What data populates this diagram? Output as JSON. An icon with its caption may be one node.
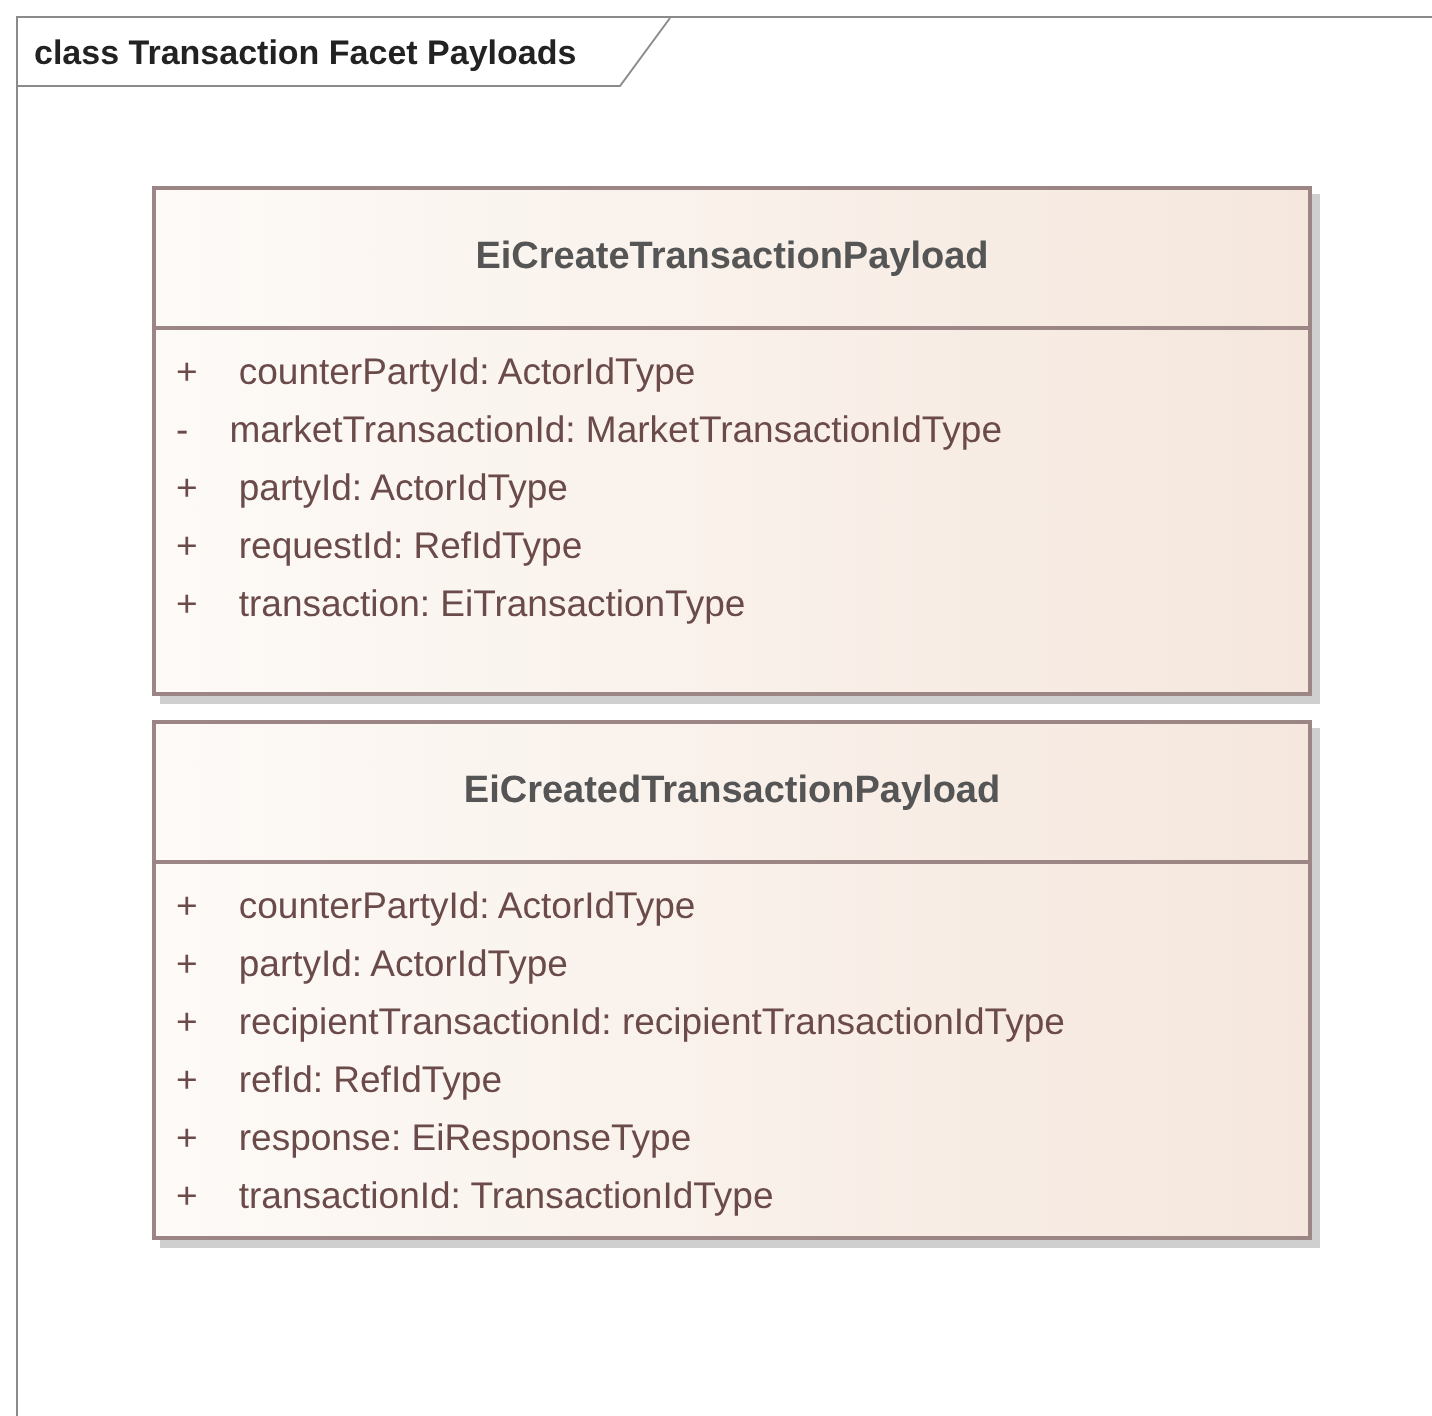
{
  "diagram": {
    "nodes": [
      {
        "text": [
          "class Transaction Facet Payloads"
        ]
      },
      {
        "text": [
          "EiCreateTransactionPayload",
          "+ counterPartyId: ActorIdType",
          "- marketTransactionId: MarketTransactionIdType",
          "+ partyId: ActorIdType",
          "+ requestId: RefIdType",
          "+ transaction: EiTransactionType"
        ],
        "in": 0
      },
      {
        "text": [
          "EiCreatedTransactionPayload",
          "+ counterPartyId: ActorIdType",
          "+ partyId: ActorIdType",
          "+ recipientTransactionId: recipientTransactionIdType",
          "+ refId: RefIdType",
          "+ response: EiResponseType",
          "+ transactionId: TransactionIdType"
        ],
        "in": 0
      }
    ],
    "edges": []
  }
}
